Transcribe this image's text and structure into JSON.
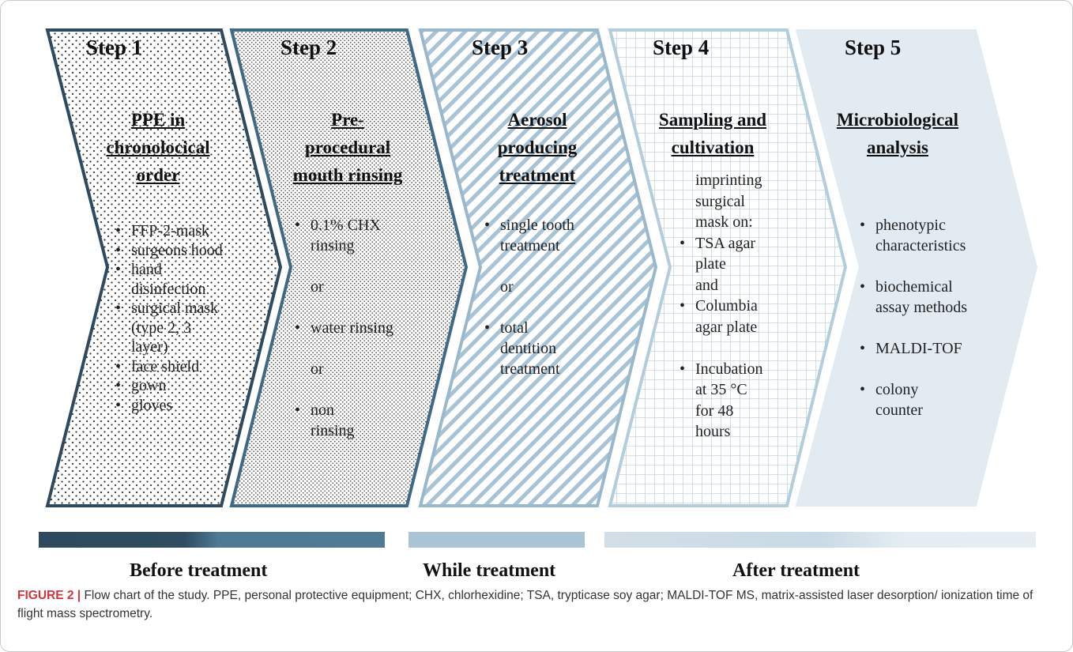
{
  "steps": [
    {
      "label": "Step 1",
      "title": [
        "PPE in",
        "chronolocical",
        "order"
      ],
      "items": [
        {
          "text": "FFP-2-mask",
          "bullet": true
        },
        {
          "text": "surgeons hood",
          "bullet": true
        },
        {
          "text": "hand",
          "bullet": true
        },
        {
          "text": "disinfection",
          "bullet": false
        },
        {
          "text": "surgical mask",
          "bullet": true
        },
        {
          "text": "(type 2, 3",
          "bullet": false
        },
        {
          "text": "layer)",
          "bullet": false
        },
        {
          "text": "face shield",
          "bullet": true
        },
        {
          "text": "gown",
          "bullet": true
        },
        {
          "text": "gloves",
          "bullet": true
        }
      ]
    },
    {
      "label": "Step 2",
      "title": [
        "Pre-",
        "procedural",
        "mouth rinsing"
      ],
      "items": [
        {
          "text": "0.1% CHX",
          "bullet": true
        },
        {
          "text": "rinsing",
          "bullet": false
        },
        {
          "text": "",
          "bullet": false
        },
        {
          "text": "or",
          "bullet": false
        },
        {
          "text": "",
          "bullet": false
        },
        {
          "text": "water rinsing",
          "bullet": true
        },
        {
          "text": "",
          "bullet": false
        },
        {
          "text": "or",
          "bullet": false
        },
        {
          "text": "",
          "bullet": false
        },
        {
          "text": "non",
          "bullet": true
        },
        {
          "text": "rinsing",
          "bullet": false
        }
      ]
    },
    {
      "label": "Step 3",
      "title": [
        "Aerosol",
        "producing",
        "treatment"
      ],
      "items": [
        {
          "text": "single tooth",
          "bullet": true
        },
        {
          "text": "treatment",
          "bullet": false
        },
        {
          "text": "",
          "bullet": false
        },
        {
          "text": "or",
          "bullet": false
        },
        {
          "text": "",
          "bullet": false
        },
        {
          "text": "total",
          "bullet": true
        },
        {
          "text": "dentition",
          "bullet": false
        },
        {
          "text": "treatment",
          "bullet": false
        }
      ]
    },
    {
      "label": "Step 4",
      "title": [
        "Sampling and",
        "cultivation"
      ],
      "items": [
        {
          "text": "imprinting",
          "bullet": false
        },
        {
          "text": "surgical",
          "bullet": false
        },
        {
          "text": "mask on:",
          "bullet": false
        },
        {
          "text": "TSA agar",
          "bullet": true
        },
        {
          "text": "plate",
          "bullet": false
        },
        {
          "text": "and",
          "bullet": false
        },
        {
          "text": "Columbia",
          "bullet": true
        },
        {
          "text": "agar plate",
          "bullet": false
        },
        {
          "text": "",
          "bullet": false
        },
        {
          "text": "Incubation",
          "bullet": true
        },
        {
          "text": "at 35 °C",
          "bullet": false
        },
        {
          "text": "for 48",
          "bullet": false
        },
        {
          "text": "hours",
          "bullet": false
        }
      ]
    },
    {
      "label": "Step 5",
      "title": [
        "Microbiological",
        "analysis"
      ],
      "items": [
        {
          "text": "phenotypic",
          "bullet": true
        },
        {
          "text": "characteristics",
          "bullet": false
        },
        {
          "text": "",
          "bullet": false
        },
        {
          "text": "biochemical",
          "bullet": true
        },
        {
          "text": "assay methods",
          "bullet": false
        },
        {
          "text": "",
          "bullet": false
        },
        {
          "text": "MALDI-TOF",
          "bullet": true
        },
        {
          "text": "",
          "bullet": false
        },
        {
          "text": "colony",
          "bullet": true
        },
        {
          "text": "counter",
          "bullet": false
        }
      ]
    }
  ],
  "phases": [
    {
      "label": "Before treatment"
    },
    {
      "label": "While treatment"
    },
    {
      "label": "After treatment"
    }
  ],
  "colors": {
    "step1_border": "#2f4a5e",
    "step2_border": "#3f6a86",
    "step3_border": "#9ab8cc",
    "step4_border": "#b4cddc",
    "step5_fill": "#e3ebf2",
    "bar_dark": "#2d4a5e",
    "bar_mid": "#4e7a96",
    "bar_light": "#aac4d6",
    "bar_pale": "#dde8ef"
  },
  "caption": {
    "label": "FIGURE 2 |",
    "text": " Flow chart of the study. PPE, personal protective equipment; CHX, chlorhexidine; TSA, trypticase soy agar; MALDI-TOF MS, matrix-assisted laser desorption/ ionization time of flight mass spectrometry."
  }
}
